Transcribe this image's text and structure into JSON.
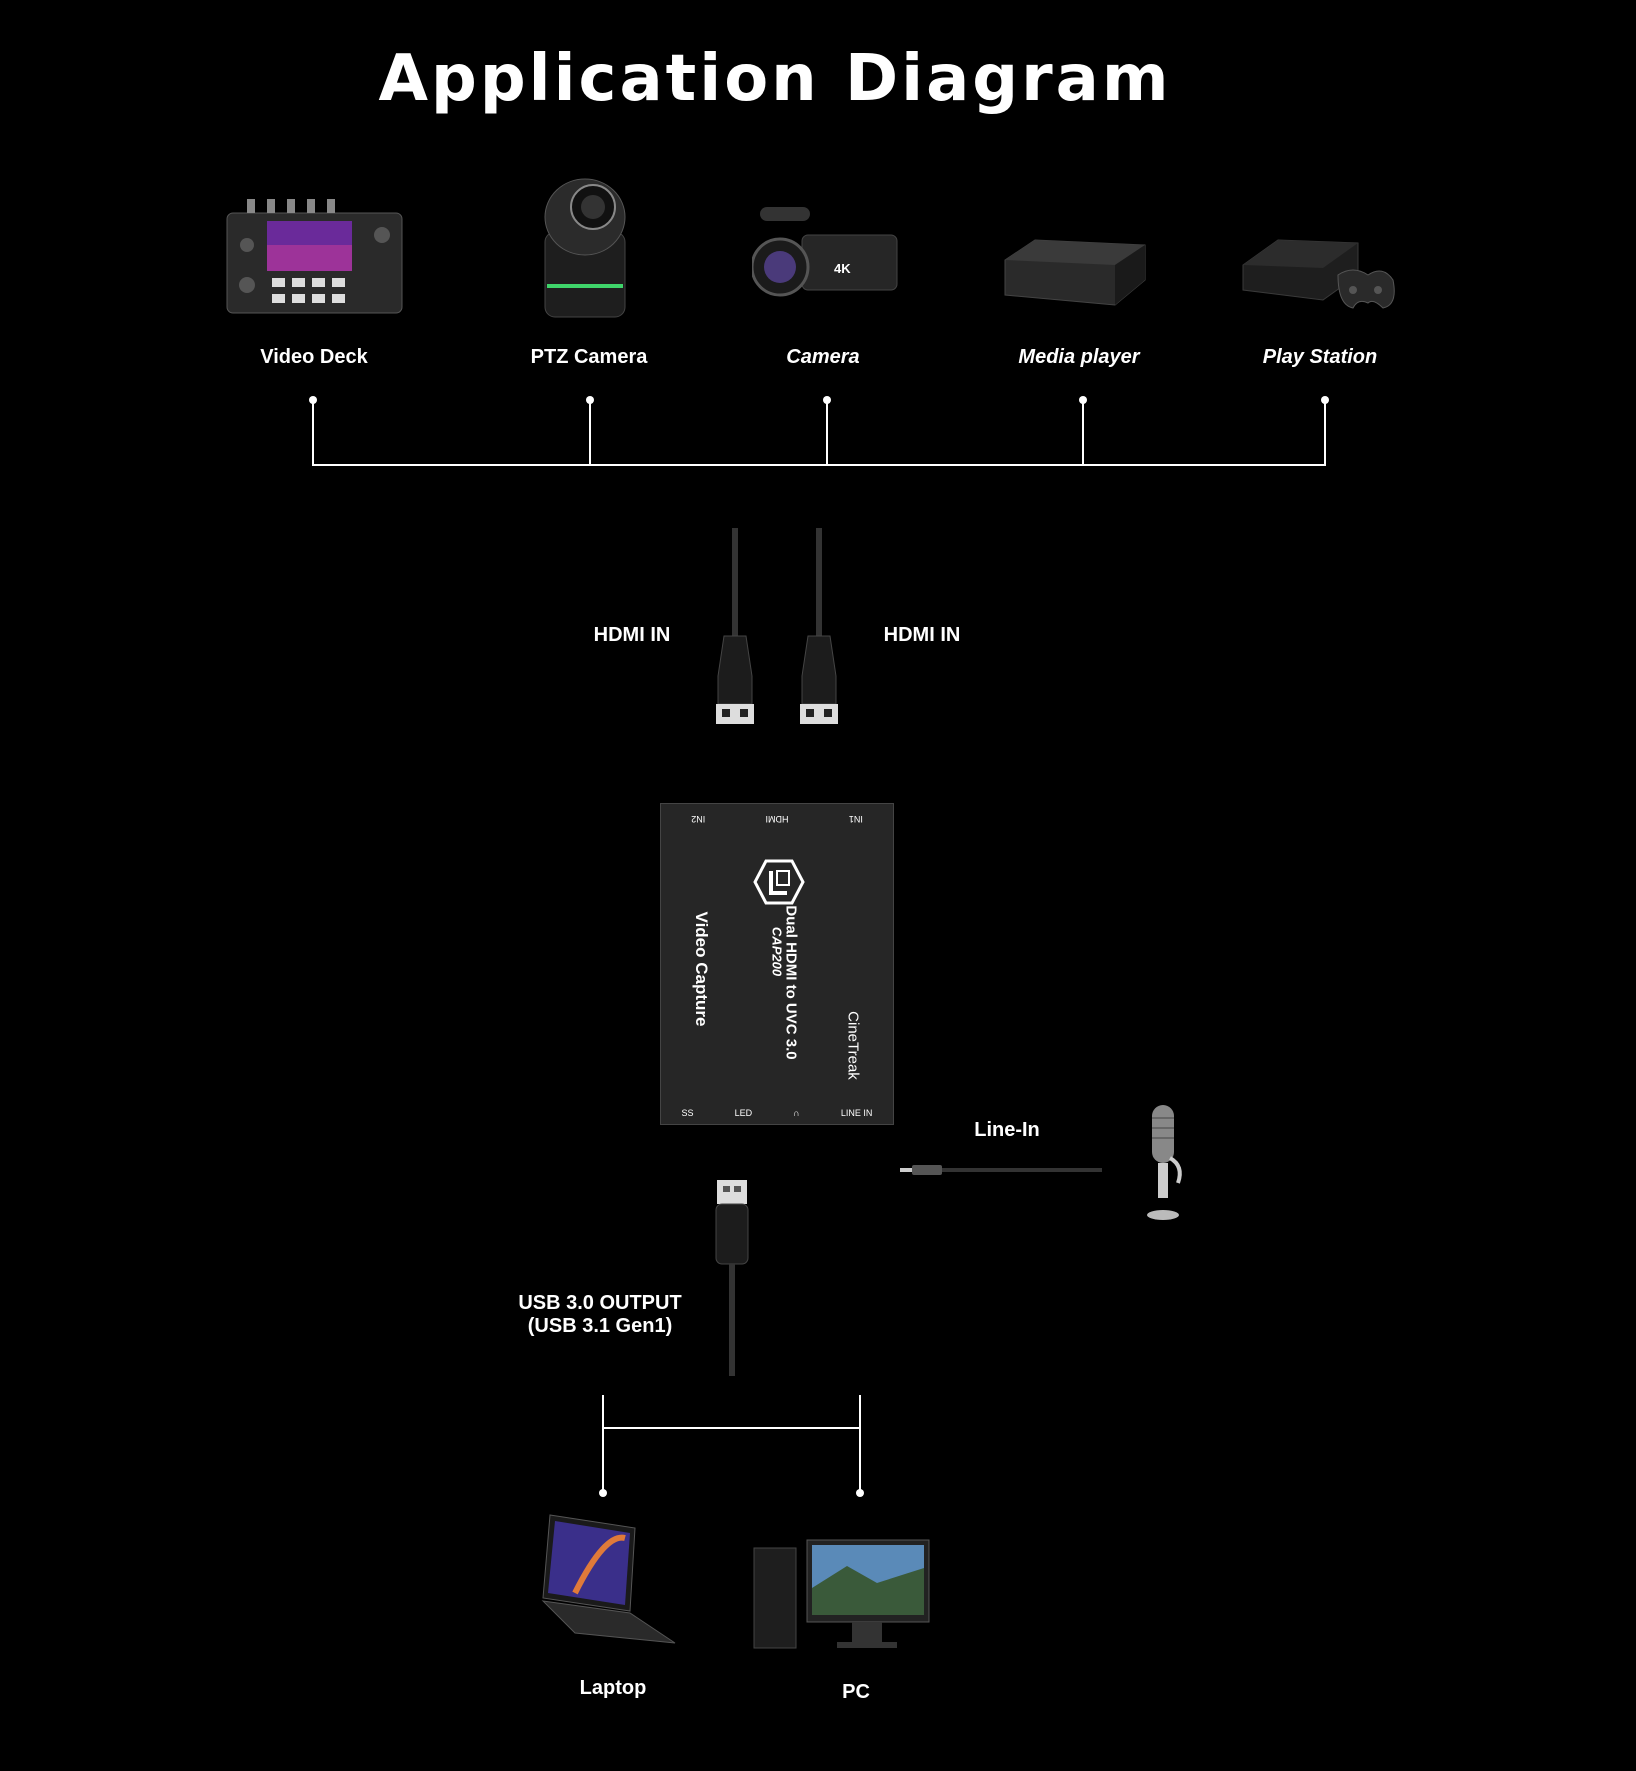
{
  "title": "Application Diagram",
  "sources": [
    {
      "id": "video-deck",
      "label": "Video Deck",
      "italic": false
    },
    {
      "id": "ptz-camera",
      "label": "PTZ Camera",
      "italic": false
    },
    {
      "id": "camera",
      "label": "Camera",
      "italic": true
    },
    {
      "id": "media-player",
      "label": "Media player",
      "italic": true
    },
    {
      "id": "play-station",
      "label": "Play Station",
      "italic": true
    }
  ],
  "inputs": {
    "hdmi_in_left": "HDMI IN",
    "hdmi_in_right": "HDMI IN",
    "line_in": "Line-In"
  },
  "device": {
    "brand": "CineTreak",
    "model": "CAP200",
    "name": "Dual HDMI to UVC 3.0",
    "type": "Video Capture",
    "port_in2": "IN2",
    "port_hdmi": "HDMI",
    "port_in1": "IN1",
    "port_usb": "SS",
    "port_led": "LED",
    "port_headphone": "∩",
    "port_linein": "LINE IN"
  },
  "output": {
    "line1": "USB 3.0 OUTPUT",
    "line2": "(USB 3.1 Gen1)"
  },
  "targets": [
    {
      "id": "laptop",
      "label": "Laptop"
    },
    {
      "id": "pc",
      "label": "PC"
    }
  ],
  "colors": {
    "background": "#000000",
    "text": "#ffffff",
    "line": "#ffffff"
  }
}
